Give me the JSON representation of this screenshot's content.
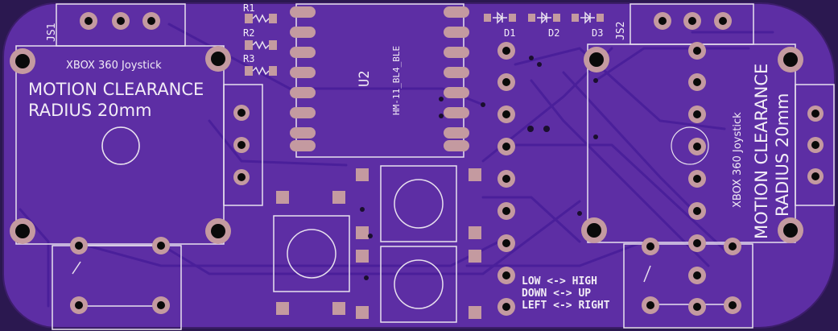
{
  "board": {
    "colors": {
      "substrate": "#5a2a9a",
      "soldermask": "#5d2ea4",
      "edge": "#3c1d6a",
      "copper_pad": "#c49aa0",
      "silkscreen": "#e8e0ee",
      "drill": "#0a0a0a",
      "trace": "#4a1f9a"
    }
  },
  "labels": {
    "js1": "JS1",
    "js2": "JS2",
    "r1": "R1",
    "r2": "R2",
    "r3": "R3",
    "u2": "U2",
    "module": "HM-11_BL4_BLE",
    "d1": "D1",
    "d2": "D2",
    "d3": "D3",
    "joystick_left": "XBOX 360 Joystick",
    "clearance_left_1": "MOTION CLEARANCE",
    "clearance_left_2": "RADIUS 20mm",
    "joystick_right": "XBOX 360 Joystick",
    "clearance_right_1": "MOTION CLEARANCE",
    "clearance_right_2": "RADIUS 20mm",
    "legend_1": "LOW <-> HIGH",
    "legend_2": "DOWN <-> UP",
    "legend_3": "LEFT <-> RIGHT"
  }
}
